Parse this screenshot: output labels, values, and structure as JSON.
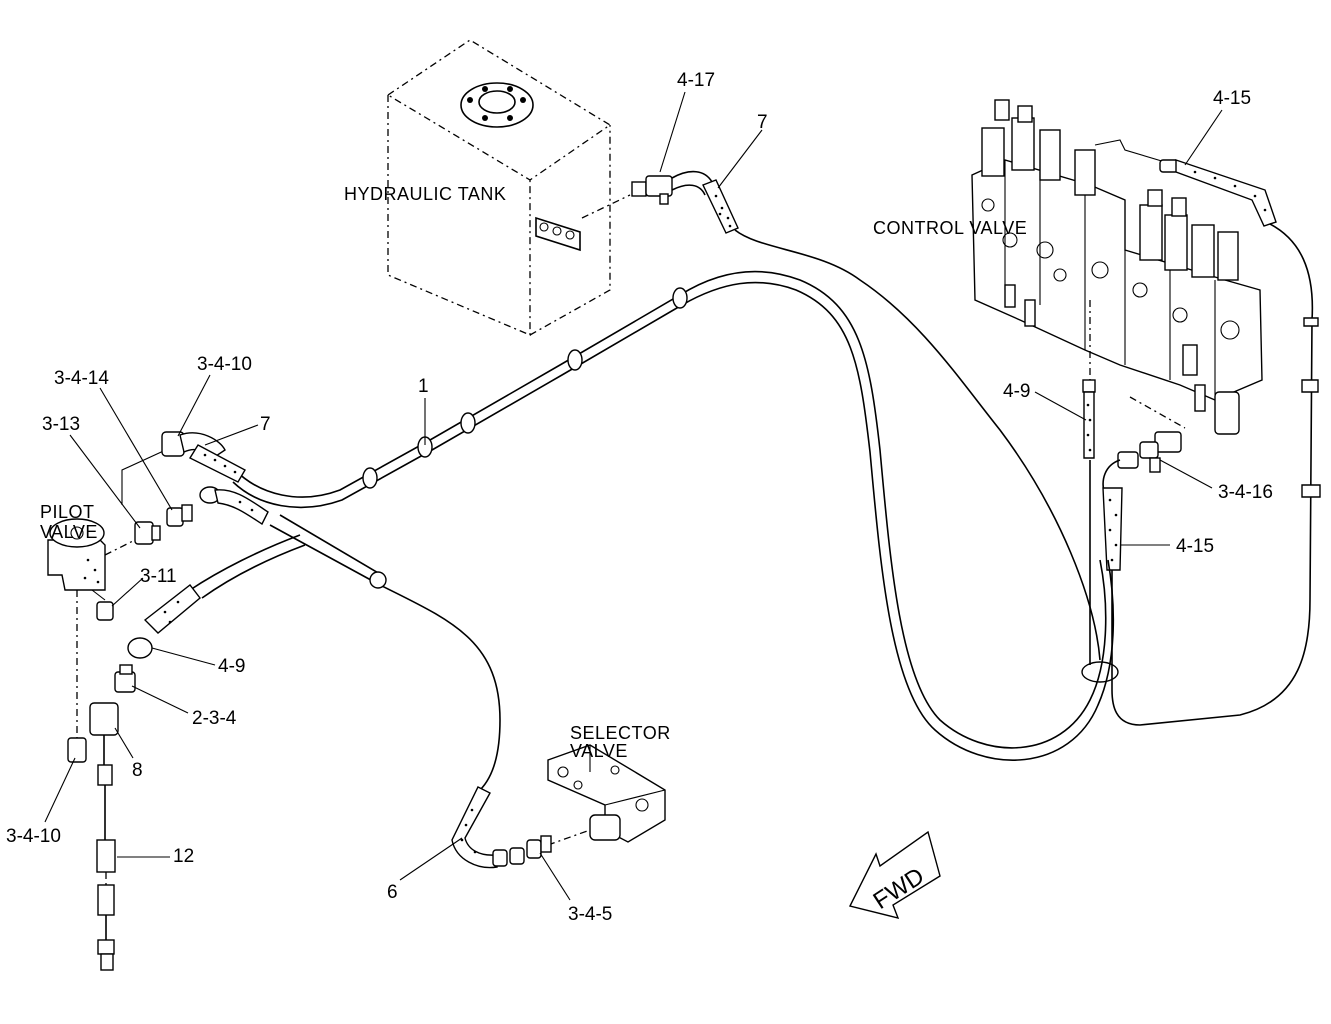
{
  "components": {
    "hydraulic_tank": "HYDRAULIC  TANK",
    "control_valve": "CONTROL  VALVE",
    "pilot_valve_line1": "PILOT",
    "pilot_valve_line2": "VALVE",
    "selector_valve_line1": "SELECTOR",
    "selector_valve_line2": "VALVE",
    "fwd_arrow": "FWD"
  },
  "callouts": {
    "c_4_17": "4-17",
    "c_7_top": "7",
    "c_4_15_top": "4-15",
    "c_3_4_10_top": "3-4-10",
    "c_3_4_14": "3-4-14",
    "c_3_13": "3-13",
    "c_7_left": "7",
    "c_1": "1",
    "c_3_11": "3-11",
    "c_4_9_left": "4-9",
    "c_2_3_4": "2-3-4",
    "c_8": "8",
    "c_3_4_10_bottom": "3-4-10",
    "c_12": "12",
    "c_6": "6",
    "c_3_4_5": "3-4-5",
    "c_4_9_right": "4-9",
    "c_3_4_16": "3-4-16",
    "c_4_15_right": "4-15"
  }
}
